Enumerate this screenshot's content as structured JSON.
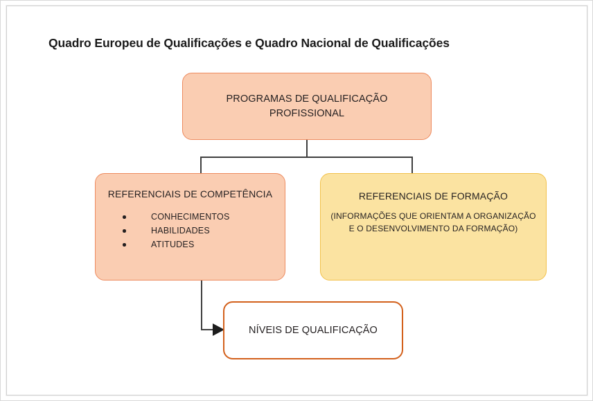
{
  "title": "Quadro Europeu de Qualificações e Quadro Nacional de Qualificações",
  "colors": {
    "peach_fill": "#FACDB2",
    "peach_border": "#ED8A5E",
    "yellow_fill": "#FBE3A1",
    "yellow_border": "#F2C14A",
    "white_fill": "#FFFFFF",
    "orange_border": "#D3601B",
    "connector": "#3E3E3E",
    "text": "#231F20",
    "frame_border": "#D8D8D8"
  },
  "nodes": {
    "programas": {
      "title": "PROGRAMAS DE QUALIFICAÇÃO PROFISSIONAL"
    },
    "competencia": {
      "title": "REFERENCIAIS DE COMPETÊNCIA",
      "bullets": [
        "CONHECIMENTOS",
        "HABILIDADES",
        "ATITUDES"
      ]
    },
    "formacao": {
      "title": "REFERENCIAIS DE FORMAÇÃO",
      "subtitle": "(INFORMAÇÕES QUE ORIENTAM A ORGANIZAÇÃO E O DESENVOLVIMENTO DA FORMAÇÃO)"
    },
    "niveis": {
      "title": "NÍVEIS DE QUALIFICAÇÃO"
    }
  }
}
